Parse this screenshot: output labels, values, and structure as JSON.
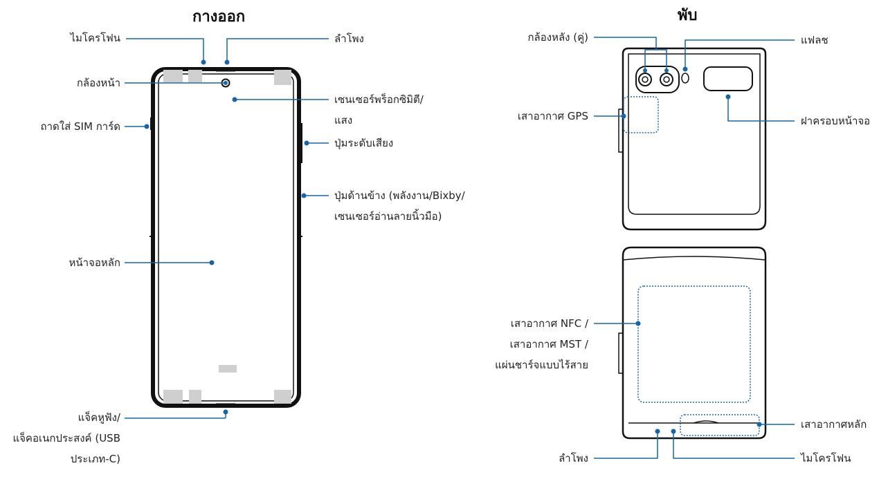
{
  "titles": {
    "open": "กางออก",
    "folded": "พับ"
  },
  "open_labels": {
    "microphone": "ไมโครโฟน",
    "front_camera": "กล้องหน้า",
    "sim_tray": "ถาดใส่ SIM การ์ด",
    "main_screen": "หน้าจอหลัก",
    "earphone_jack": [
      "แจ็คหูฟัง/",
      "แจ็คอเนกประสงค์ (USB",
      "ประเภท-C)"
    ],
    "speaker": "ลำโพง",
    "proximity_sensor": [
      "เซนเซอร์พร็อกซิมิตี/",
      "แสง"
    ],
    "volume_key": "ปุ่มระดับเสียง",
    "side_key": [
      "ปุ่มด้านข้าง (พลังงาน/Bixby/",
      "เซนเซอร์อ่านลายนิ้วมือ)"
    ]
  },
  "folded_labels": {
    "rear_camera": "กล้องหลัง (คู่)",
    "gps_antenna": "เสาอากาศ GPS",
    "nfc_antenna": [
      "เสาอากาศ NFC /",
      "เสาอากาศ MST /",
      "แผ่นชาร์จแบบไร้สาย"
    ],
    "speaker": "ลำโพง",
    "flash": "แฟลช",
    "cover_screen": "ฝาครอบหน้าจอ",
    "main_antenna": "เสาอากาศหลัก",
    "microphone": "ไมโครโฟน"
  },
  "colors": {
    "callout": "#1565a8",
    "outline": "#111111",
    "sensor": "#cfcfcf"
  }
}
